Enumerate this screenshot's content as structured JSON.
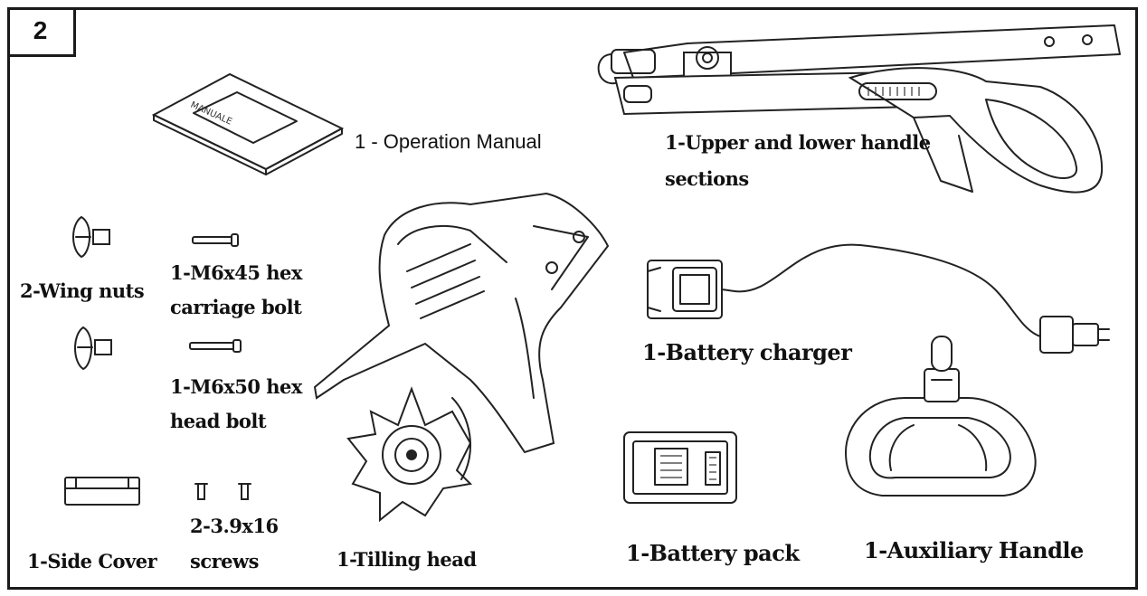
{
  "step_number": "2",
  "labels": {
    "operation_manual": "1 - Operation Manual",
    "handle_sections_line1": "1-Upper and lower handle",
    "handle_sections_line2": "sections",
    "wing_nuts": "2-Wing nuts",
    "carriage_bolt_line1": "1-M6x45 hex",
    "carriage_bolt_line2": "carriage bolt",
    "head_bolt_line1": "1-M6x50 hex",
    "head_bolt_line2": "head bolt",
    "battery_charger": "1-Battery charger",
    "screws_line1": "2-3.9x16",
    "screws_line2": "screws",
    "side_cover": "1-Side Cover",
    "tilling_head": "1-Tilling head",
    "battery_pack": "1-Battery pack",
    "auxiliary_handle": "1-Auxiliary Handle"
  },
  "manual_cover_text": "MANUALE"
}
